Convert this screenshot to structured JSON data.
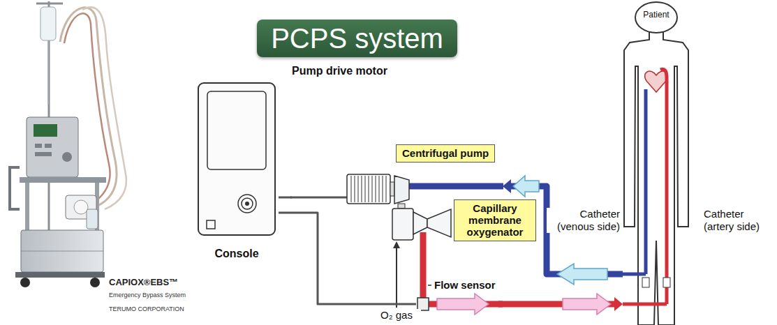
{
  "diagram": {
    "title": "PCPS system",
    "nodes": [
      {
        "text": [
          "Console"
        ]
      },
      {
        "text": [
          "Pump drive motor"
        ]
      },
      {
        "text": [
          "Centrifugal pump"
        ]
      },
      {
        "text": [
          "Capillary membrane oxygenator"
        ]
      },
      {
        "text": [
          "Flow sensor"
        ]
      },
      {
        "text": [
          "Patient"
        ]
      }
    ],
    "edges": [
      {
        "from": 0,
        "to": 1,
        "arrow": "none"
      },
      {
        "from": 0,
        "to": 4,
        "arrow": "none"
      },
      {
        "from": 5,
        "to": 2,
        "arrow": "to"
      },
      {
        "from": 4,
        "to": 5,
        "arrow": "to"
      }
    ],
    "labels": [
      "Catheter (venous side)",
      "Catheter (artery side)",
      "O₂ gas",
      "CAPIOX®EBS™",
      "Emergency Bypass System",
      "TERUMO CORPORATION"
    ]
  }
}
